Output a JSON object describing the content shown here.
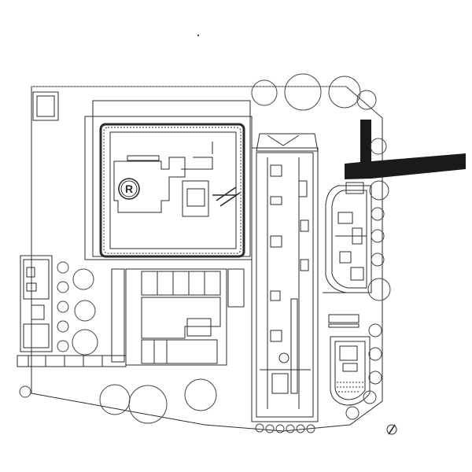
{
  "plan": {
    "helipad_marking": "R",
    "colors": {
      "paper": "#ffffff",
      "ink": "#2b2b2b",
      "solid_fill": "#1a1a1a"
    },
    "features": [
      "site-boundary",
      "square-court-with-track",
      "helipad",
      "long-bar-building",
      "elliptical-building-north",
      "elliptical-building-south",
      "courtyard-block",
      "west-house",
      "dark-bridge",
      "trees",
      "north-arrow"
    ]
  }
}
